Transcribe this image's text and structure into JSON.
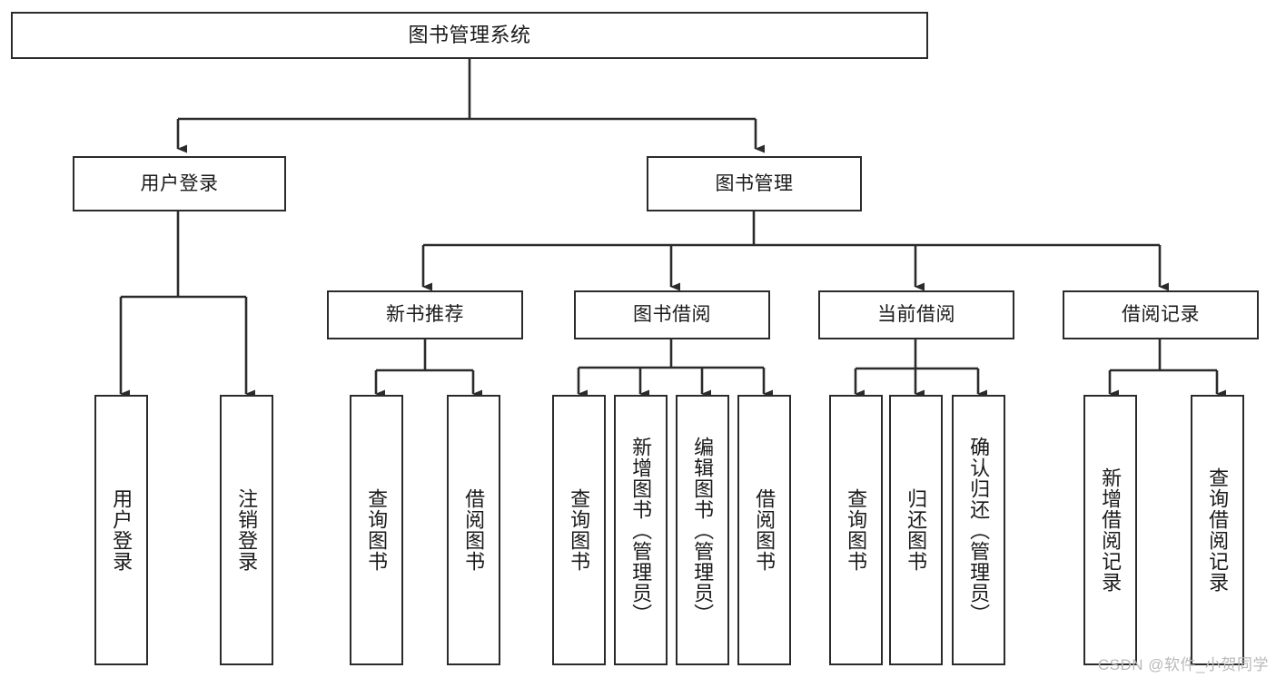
{
  "diagram": {
    "title": "图书管理系统",
    "type": "tree",
    "watermark": "CSDN @软件_小贺同学",
    "colors": {
      "box_border": "#2b2b2b",
      "box_fill": "#ffffff",
      "edge": "#2b2b2b",
      "text": "#1a1a1a",
      "watermark": "#b9b9b9"
    },
    "nodes": {
      "root": {
        "label": "图书管理系统"
      },
      "level2": [
        {
          "label": "用户登录"
        },
        {
          "label": "图书管理"
        }
      ],
      "level3": [
        {
          "label": "新书推荐"
        },
        {
          "label": "图书借阅"
        },
        {
          "label": "当前借阅"
        },
        {
          "label": "借阅记录"
        }
      ],
      "leaves": [
        {
          "label": "用户登录",
          "parent": "用户登录"
        },
        {
          "label": "注销登录",
          "parent": "用户登录"
        },
        {
          "label": "查询图书",
          "parent": "新书推荐"
        },
        {
          "label": "借阅图书",
          "parent": "新书推荐"
        },
        {
          "label": "查询图书",
          "parent": "图书借阅"
        },
        {
          "label": "新增图书（管理员）",
          "parent": "图书借阅"
        },
        {
          "label": "编辑图书（管理员）",
          "parent": "图书借阅"
        },
        {
          "label": "借阅图书",
          "parent": "图书借阅"
        },
        {
          "label": "查询图书",
          "parent": "当前借阅"
        },
        {
          "label": "归还图书",
          "parent": "当前借阅"
        },
        {
          "label": "确认归还（管理员）",
          "parent": "当前借阅"
        },
        {
          "label": "新增借阅记录",
          "parent": "借阅记录"
        },
        {
          "label": "查询借阅记录",
          "parent": "借阅记录"
        }
      ]
    }
  }
}
